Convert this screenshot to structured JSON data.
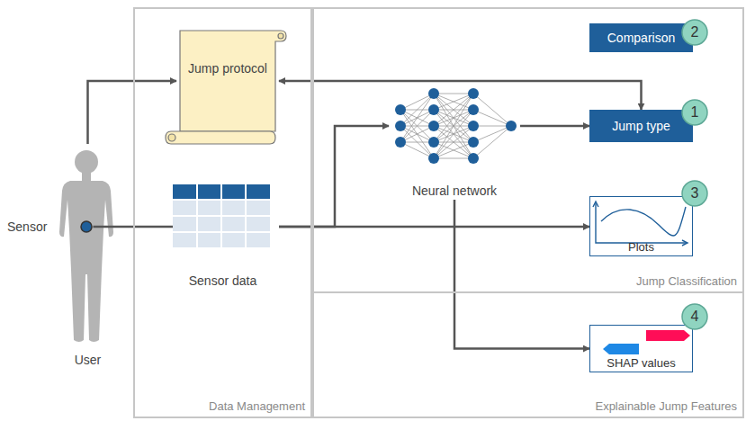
{
  "diagram": {
    "nodes": [
      {
        "text": [
          "User"
        ]
      },
      {
        "text": [
          "Data Management"
        ]
      },
      {
        "text": [
          "Jump protocol"
        ],
        "in": 1
      },
      {
        "text": [
          "Sensor data"
        ],
        "in": 1
      },
      {
        "text": [
          "Jump Classification"
        ]
      },
      {
        "text": [
          "Neural network"
        ],
        "in": 4
      },
      {
        "text": [
          "Comparison"
        ],
        "in": 4
      },
      {
        "text": [
          "Jump type"
        ],
        "in": 4
      },
      {
        "text": [
          "Plots"
        ],
        "in": 4
      },
      {
        "text": [
          "Explainable Jump Features"
        ]
      },
      {
        "text": [
          "SHAP values"
        ],
        "in": 9
      }
    ],
    "edges": [
      {
        "from": 0,
        "to": 2,
        "arrow": "to"
      },
      {
        "from": 0,
        "to": 3,
        "arrow": "none"
      },
      {
        "from": 3,
        "to": 5,
        "arrow": "to"
      },
      {
        "from": 3,
        "to": 8,
        "arrow": "to"
      },
      {
        "from": 5,
        "to": 7,
        "arrow": "to"
      },
      {
        "from": 5,
        "to": 10,
        "arrow": "to"
      },
      {
        "from": 2,
        "to": 7,
        "arrow": "both"
      }
    ],
    "labels": [
      "Sensor",
      "2",
      "1",
      "3",
      "4"
    ]
  }
}
